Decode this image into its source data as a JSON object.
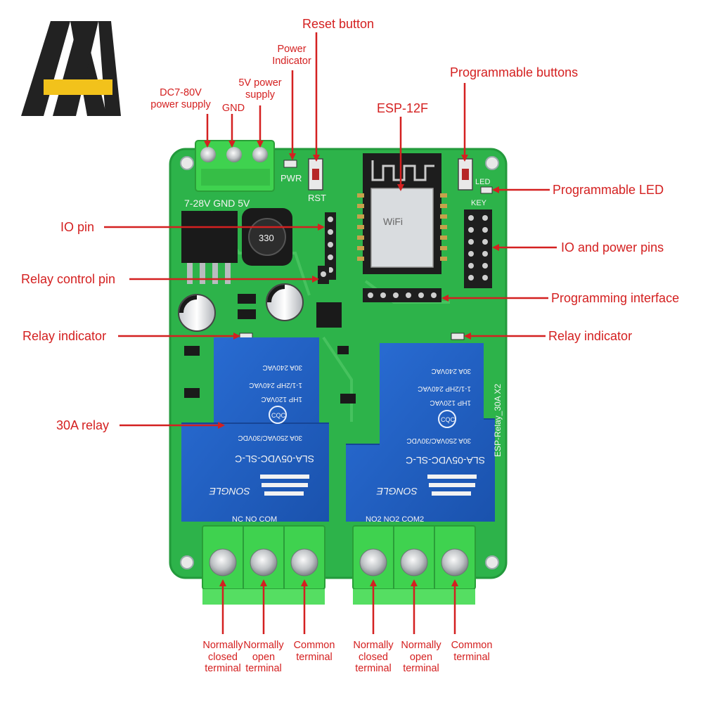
{
  "labels": {
    "reset_button": "Reset button",
    "power_indicator_1": "Power",
    "power_indicator_2": "Indicator",
    "power_5v_1": "5V power",
    "power_5v_2": "supply",
    "dc_supply_1": "DC7-80V",
    "dc_supply_2": "power supply",
    "gnd": "GND",
    "esp": "ESP-12F",
    "programmable_buttons": "Programmable buttons",
    "programmable_led": "Programmable LED",
    "io_pin": "IO pin",
    "io_power_pins": "IO and power pins",
    "relay_control_pin": "Relay control pin",
    "programming_interface": "Programming interface",
    "relay_indicator_left": "Relay indicator",
    "relay_indicator_right": "Relay indicator",
    "relay_30a": "30A relay",
    "t1_1": "Normally",
    "t1_2": "closed",
    "t1_3": "terminal",
    "t2_1": "Normally",
    "t2_2": "open",
    "t2_3": "terminal",
    "t3_1": "Common",
    "t3_2": "terminal",
    "t4_1": "Normally",
    "t4_2": "closed",
    "t4_3": "terminal",
    "t5_1": "Normally",
    "t5_2": "open",
    "t5_3": "terminal",
    "t6_1": "Common",
    "t6_2": "terminal"
  },
  "board": {
    "silk_power": "7-28V GND 5V",
    "silk_pwr": "PWR",
    "silk_rst": "RST",
    "silk_key": "KEY",
    "silk_led": "LED",
    "silk_board_name": "ESP-Relay_30A X2",
    "inductor_code": "330",
    "wifi_text": "WiFi",
    "relay_brand": "SONGLE",
    "relay_model": "SLA-05VDC-SL-C",
    "relay_rating_1": "30A 250VAC/30VDC",
    "relay_rating_2": "1HP 120VAC",
    "relay_rating_3": "1-1/2HP 240VAC",
    "relay_rating_4": "30A 240VAC",
    "cqc": "CQC",
    "terminal_left_label": "NC  NO  COM",
    "terminal_right_label": "NO2 NO2 COM2"
  },
  "colors": {
    "annotation": "#d42020",
    "pcb": "#2db34a",
    "relay": "#1f5fc4",
    "terminal": "#3fd24f",
    "logo_dark": "#222222",
    "logo_yellow": "#f2c21b"
  }
}
